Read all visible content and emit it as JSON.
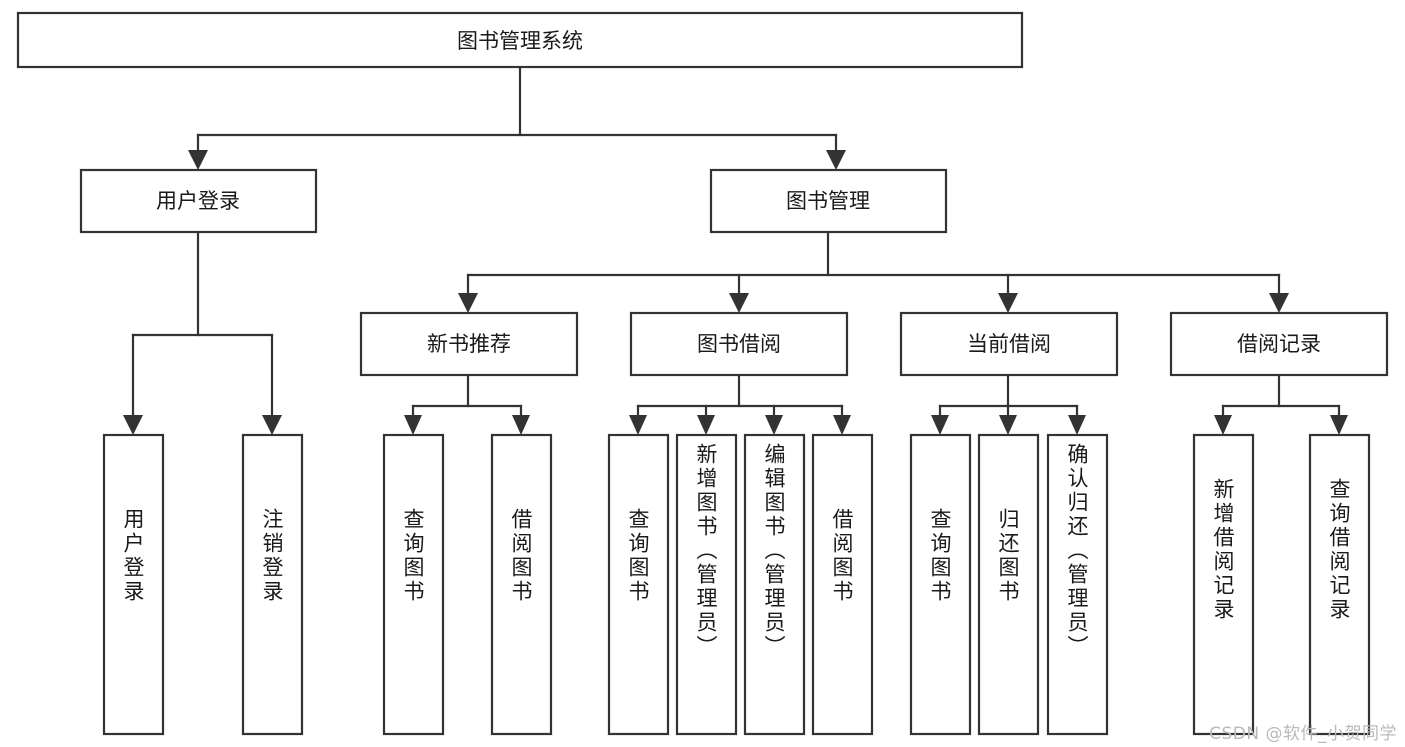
{
  "diagram": {
    "type": "tree-hierarchy-chart",
    "title": "图书管理系统",
    "orientation": "top-down",
    "colors": {
      "stroke": "#333333",
      "fill": "#ffffff",
      "text": "#1a1a1a",
      "watermark": "#b9b9b9",
      "background": "#ffffff"
    },
    "levels": [
      {
        "level": 1,
        "nodes": [
          {
            "id": "root",
            "label": "图书管理系统",
            "text_direction": "horizontal"
          }
        ]
      },
      {
        "level": 2,
        "nodes": [
          {
            "id": "user-login",
            "label": "用户登录",
            "parent": "root",
            "text_direction": "horizontal"
          },
          {
            "id": "book-manage",
            "label": "图书管理",
            "parent": "root",
            "text_direction": "horizontal"
          }
        ]
      },
      {
        "level": 3,
        "nodes": [
          {
            "id": "new-book-recommend",
            "label": "新书推荐",
            "parent": "book-manage",
            "text_direction": "horizontal"
          },
          {
            "id": "book-borrow",
            "label": "图书借阅",
            "parent": "book-manage",
            "text_direction": "horizontal"
          },
          {
            "id": "current-borrow",
            "label": "当前借阅",
            "parent": "book-manage",
            "text_direction": "horizontal"
          },
          {
            "id": "borrow-record",
            "label": "借阅记录",
            "parent": "book-manage",
            "text_direction": "horizontal"
          }
        ]
      },
      {
        "level": 4,
        "nodes": [
          {
            "id": "leaf-user-login",
            "label": "用户登录",
            "parent": "user-login",
            "text_direction": "vertical"
          },
          {
            "id": "leaf-logout-login",
            "label": "注销登录",
            "parent": "user-login",
            "text_direction": "vertical"
          },
          {
            "id": "leaf-query-book-1",
            "label": "查询图书",
            "parent": "new-book-recommend",
            "text_direction": "vertical"
          },
          {
            "id": "leaf-borrow-book-1",
            "label": "借阅图书",
            "parent": "new-book-recommend",
            "text_direction": "vertical"
          },
          {
            "id": "leaf-query-book-2",
            "label": "查询图书",
            "parent": "book-borrow",
            "text_direction": "vertical"
          },
          {
            "id": "leaf-add-book-admin",
            "label": "新增图书（管理员）",
            "parent": "book-borrow",
            "text_direction": "vertical"
          },
          {
            "id": "leaf-edit-book-admin",
            "label": "编辑图书（管理员）",
            "parent": "book-borrow",
            "text_direction": "vertical"
          },
          {
            "id": "leaf-borrow-book-2",
            "label": "借阅图书",
            "parent": "book-borrow",
            "text_direction": "vertical"
          },
          {
            "id": "leaf-query-book-3",
            "label": "查询图书",
            "parent": "current-borrow",
            "text_direction": "vertical"
          },
          {
            "id": "leaf-return-book",
            "label": "归还图书",
            "parent": "current-borrow",
            "text_direction": "vertical"
          },
          {
            "id": "leaf-confirm-return-admin",
            "label": "确认归还（管理员）",
            "parent": "current-borrow",
            "text_direction": "vertical"
          },
          {
            "id": "leaf-add-borrow-record",
            "label": "新增借阅记录",
            "parent": "borrow-record",
            "text_direction": "vertical"
          },
          {
            "id": "leaf-query-borrow-record",
            "label": "查询借阅记录",
            "parent": "borrow-record",
            "text_direction": "vertical"
          }
        ]
      }
    ]
  },
  "watermark": {
    "text": "CSDN @软件_小贺同学"
  }
}
